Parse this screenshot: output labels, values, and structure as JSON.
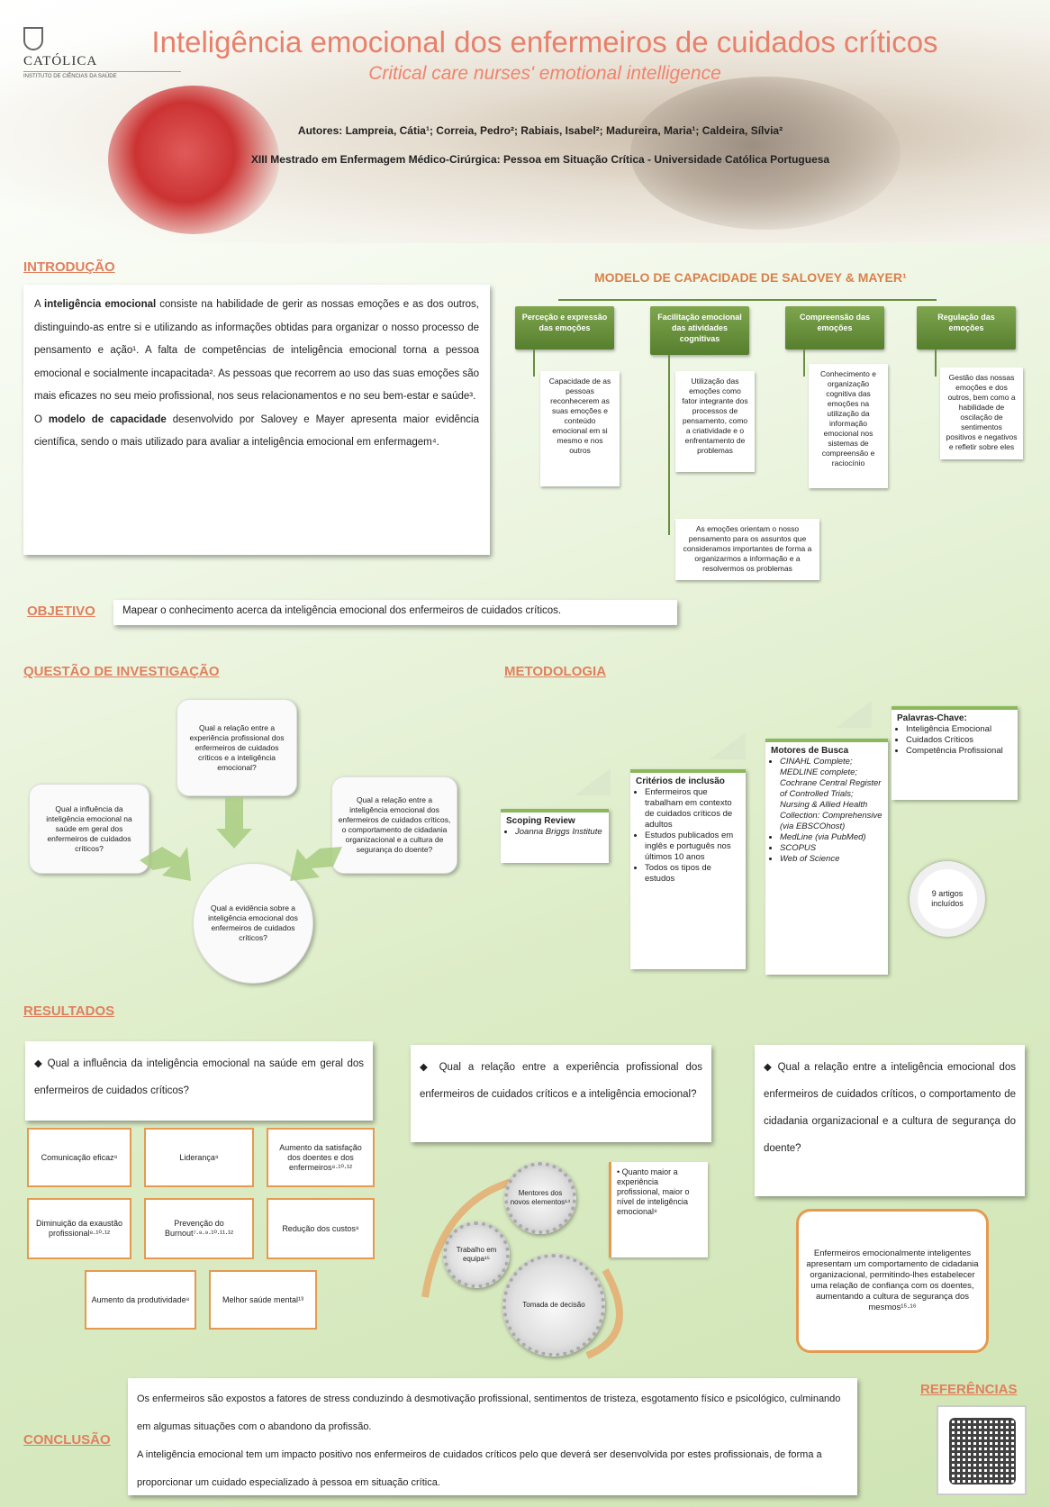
{
  "header": {
    "logo_name": "CATÓLICA",
    "logo_sub": "INSTITUTO DE CIÊNCIAS DA SAÚDE",
    "title": "Inteligência emocional dos enfermeiros de cuidados críticos",
    "subtitle": "Critical care nurses' emotional intelligence",
    "authors": "Autores: Lampreia, Cátia¹; Correia, Pedro²; Rabiais, Isabel²; Madureira, Maria¹; Caldeira, Sílvia²",
    "course": "XIII Mestrado em Enfermagem Médico-Cirúrgica: Pessoa em Situação Crítica - Universidade Católica Portuguesa"
  },
  "intro": {
    "title": "INTRODUÇÃO",
    "p1_a": "A ",
    "p1_bold": "inteligência emocional",
    "p1_b": " consiste na habilidade de gerir as nossas emoções e as dos outros, distinguindo-as entre si e utilizando as informações obtidas para organizar o nosso processo de pensamento e ação¹. A falta de competências de inteligência emocional torna a pessoa emocional e socialmente incapacitada². As pessoas que recorrem ao uso das suas emoções são mais eficazes no seu meio profissional, nos seus relacionamentos e no seu bem-estar e saúde³.",
    "p2_a": "O ",
    "p2_bold": "modelo de capacidade",
    "p2_b": " desenvolvido por Salovey e Mayer apresenta maior evidência científica, sendo o mais utilizado para avaliar a inteligência emocional em enfermagem⁴."
  },
  "model": {
    "title": "MODELO DE CAPACIDADE DE SALOVEY & MAYER¹",
    "headers": [
      "Perceção e expressão das emoções",
      "Facilitação emocional das atividades cognitivas",
      "Compreensão das emoções",
      "Regulação das emoções"
    ],
    "details": [
      "Capacidade de as pessoas reconhecerem as suas emoções e conteúdo emocional em si mesmo e nos outros",
      "Utilização das emoções como fator integrante dos processos de pensamento, como a criatividade e o enfrentamento de problemas",
      "Conhecimento e organização cognitiva das emoções na utilização da informação emocional nos sistemas de compreensão e raciocínio",
      "Gestão das nossas emoções e dos outros, bem como a habilidade de oscilação de sentimentos positivos e negativos e refletir sobre eles"
    ],
    "extra": "As emoções orientam o nosso pensamento para os assuntos que consideramos importantes de forma a organizarmos a informação e a resolvermos os problemas"
  },
  "objective": {
    "title": "OBJETIVO",
    "text": "Mapear o conhecimento acerca da inteligência emocional dos enfermeiros de cuidados críticos."
  },
  "question": {
    "title": "QUESTÃO DE INVESTIGAÇÃO",
    "q_left": "Qual a influência da inteligência emocional na saúde em geral dos enfermeiros de cuidados críticos?",
    "q_top": "Qual a relação entre a experiência profissional dos enfermeiros de cuidados críticos e a inteligência emocional?",
    "q_right": "Qual a relação entre a inteligência emocional dos enfermeiros de cuidados críticos, o comportamento de cidadania organizacional e a cultura de segurança do doente?",
    "q_center": "Qual a evidência sobre a inteligência emocional dos enfermeiros de cuidados críticos?"
  },
  "method": {
    "title": "METODOLOGIA",
    "s1_title": "Scoping Review",
    "s1_items": [
      "Joanna Briggs Institute"
    ],
    "s2_title": "Critérios de inclusão",
    "s2_items": [
      "Enfermeiros que trabalham em contexto de cuidados críticos de adultos",
      "Estudos publicados em inglês e português nos últimos 10 anos",
      "Todos os tipos de estudos"
    ],
    "s3_title": "Motores de Busca",
    "s3_items": [
      "CINAHL Complete; MEDLINE complete; Cochrane Central Register of Controlled Trials; Nursing & Allied Health Collection: Comprehensive (via EBSCOhost)",
      "MedLine (via PubMed)",
      "SCOPUS",
      "Web of Science"
    ],
    "s4_title": "Palavras-Chave:",
    "s4_items": [
      "Inteligência Emocional",
      "Cuidados Críticos",
      "Competência Profissional"
    ],
    "articles": "9 artigos incluídos"
  },
  "results": {
    "title": "RESULTADOS",
    "q1": "Qual a influência da inteligência emocional na saúde em geral dos enfermeiros de cuidados críticos?",
    "q1_boxes": [
      "Comunicação eficaz⁸",
      "Liderança⁸",
      "Aumento da satisfação dos doentes e dos enfermeiros⁸·¹⁰·¹²",
      "Diminuição da exaustão profissional⁸·¹⁰·¹²",
      "Prevenção do Burnout⁷·⁸·⁹·¹⁰·¹¹·¹²",
      "Redução dos custos⁸",
      "Aumento da produtividade⁸",
      "Melhor saúde mental¹³"
    ],
    "q2": "Qual a relação entre a experiência profissional dos enfermeiros de cuidados críticos e a inteligência emocional?",
    "gears": [
      "Mentores dos novos elementos¹⁴",
      "Trabalho em equipa¹⁵",
      "Tomada de decisão"
    ],
    "q2_note": "Quanto maior a experiência profissional, maior o nível de inteligência emocional⁸",
    "q3": "Qual a relação entre a inteligência emocional dos enfermeiros de cuidados críticos, o comportamento de cidadania organizacional e a cultura de segurança do doente?",
    "q3_note": "Enfermeiros emocionalmente inteligentes apresentam um comportamento de cidadania organizacional, permitindo-lhes estabelecer uma relação de confiança com os doentes, aumentando a cultura de segurança dos mesmos¹⁵·¹⁶"
  },
  "conclusion": {
    "title": "CONCLUSÃO",
    "p1": "Os enfermeiros são expostos a fatores de stress conduzindo à desmotivação profissional, sentimentos de tristeza, esgotamento físico e psicológico, culminando em algumas situações com o abandono da profissão.",
    "p2": "A inteligência emocional tem um impacto positivo nos enfermeiros de cuidados críticos pelo que deverá ser desenvolvida por estes profissionais, de forma a proporcionar um cuidado especializado à pessoa em situação crítica."
  },
  "references": {
    "title": "REFERÊNCIAS"
  }
}
